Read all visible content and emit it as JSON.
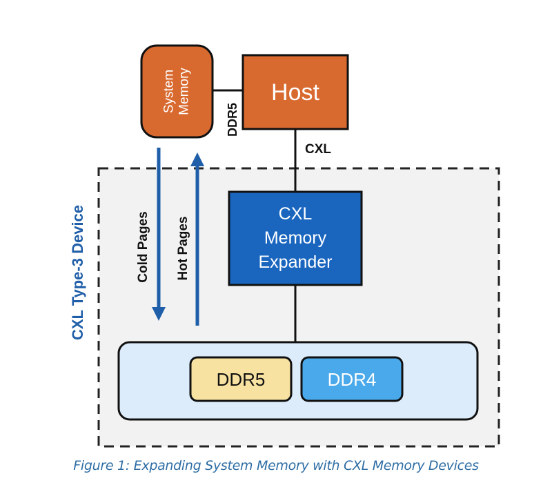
{
  "diagram": {
    "host": {
      "label": "Host"
    },
    "system_memory": {
      "line1": "System",
      "line2": "Memory"
    },
    "links": {
      "ddr5": "DDR5",
      "cxl": "CXL"
    },
    "pages": {
      "cold": "Cold Pages",
      "hot": "Hot Pages"
    },
    "expander": {
      "line1": "CXL",
      "line2": "Memory",
      "line3": "Expander"
    },
    "dimms": {
      "ddr5": "DDR5",
      "ddr4": "DDR4"
    },
    "device_label": "CXL Type-3 Device"
  },
  "caption": "Figure 1: Expanding System Memory with CXL Memory Devices",
  "colors": {
    "host_orange": "#d8692f",
    "expander_blue": "#1a66bf",
    "ddr5_yellow": "#f8e2a2",
    "ddr4_blue": "#4aa9ea",
    "arrow_blue": "#1f5ea8",
    "device_bg": "#f2f2f2",
    "memory_bar_bg": "#dcecfb"
  }
}
